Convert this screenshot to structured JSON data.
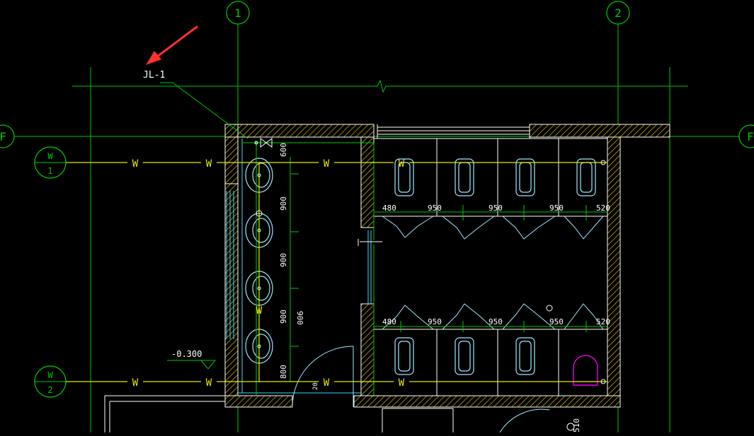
{
  "colors": {
    "background": "#000000",
    "grid": "#00c800",
    "wall": "#ffffff",
    "hatch": "#c8b400",
    "water_line": "#e8e800",
    "fixture": "#a0e8ff",
    "pink_fixture": "#ff00ff",
    "annotation": "#ff3030"
  },
  "axis_bubbles": {
    "col_1": "1",
    "col_2": "2",
    "row_F_left": "F",
    "row_F_right": "F"
  },
  "pipe_tags": {
    "w1_top": "W",
    "w1_bottom": "1",
    "w2_top": "W",
    "w2_bottom": "2"
  },
  "labels": {
    "riser": "JL-1",
    "elevation": "-0.300",
    "pipe_w": "W",
    "sink_dim_top": "600",
    "sink_dim_1": "900",
    "sink_dim_2": "900",
    "sink_dim_3": "900",
    "sink_dim_bottom": "800",
    "sink_dim_side": "900",
    "stall_top_1": "480",
    "stall_top_2": "950",
    "stall_top_3": "950",
    "stall_top_4": "950",
    "stall_top_5": "520",
    "stall_bot_1": "480",
    "stall_bot_2": "950",
    "stall_bot_3": "950",
    "stall_bot_4": "950",
    "stall_bot_5": "520",
    "small_dim": "20",
    "bottom_dim": "510"
  },
  "icons": {
    "arrow": "red-arrow-icon",
    "sink": "washbasin-icon",
    "toilet": "toilet-icon",
    "valve": "valve-icon"
  }
}
